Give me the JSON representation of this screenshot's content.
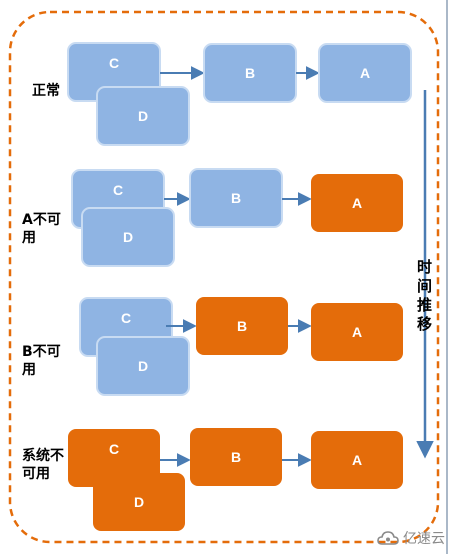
{
  "colors": {
    "blue_fill": "#8fb4e3",
    "blue_stroke": "#c8dbf2",
    "orange_fill": "#e46c0a",
    "arrow": "#4a7cb3",
    "frame": "#e46c0a",
    "right_edge": "#aab8c8",
    "watermark": "#8a8a8a"
  },
  "scenarios": [
    {
      "label": "正常",
      "nodes": {
        "C": "C",
        "D": "D",
        "B": "B",
        "A": "A"
      },
      "states": {
        "C": "blue",
        "D": "blue",
        "B": "blue",
        "A": "blue"
      }
    },
    {
      "label": "A不可用",
      "nodes": {
        "C": "C",
        "D": "D",
        "B": "B",
        "A": "A"
      },
      "states": {
        "C": "blue",
        "D": "blue",
        "B": "blue",
        "A": "orange"
      }
    },
    {
      "label": "B不可用",
      "nodes": {
        "C": "C",
        "D": "D",
        "B": "B",
        "A": "A"
      },
      "states": {
        "C": "blue",
        "D": "blue",
        "B": "orange",
        "A": "orange"
      }
    },
    {
      "label": "系统不可用",
      "nodes": {
        "C": "C",
        "D": "D",
        "B": "B",
        "A": "A"
      },
      "states": {
        "C": "orange",
        "D": "orange",
        "B": "orange",
        "A": "orange"
      }
    }
  ],
  "time_axis": {
    "label": "时间推移"
  },
  "watermark": {
    "text": "亿速云",
    "icon": "cloud-logo-icon"
  }
}
